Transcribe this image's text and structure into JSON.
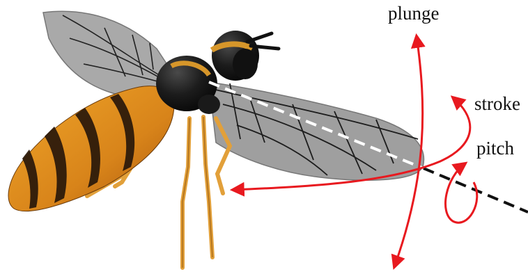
{
  "labels": {
    "plunge": "plunge",
    "stroke": "stroke",
    "pitch": "pitch"
  },
  "colors": {
    "arrow": "#e8191f",
    "wing": "#a6a6a6",
    "wing_vein": "#222222",
    "body_black": "#161616",
    "abdomen_orange": "#d98a1c",
    "abdomen_stripe": "#3a2410",
    "leg": "#e3a236",
    "axis_line": "#111111"
  },
  "icons": [
    "wasp-illustration",
    "axis-dashed-line",
    "plunge-arrow",
    "stroke-arrow",
    "pitch-arrow"
  ]
}
